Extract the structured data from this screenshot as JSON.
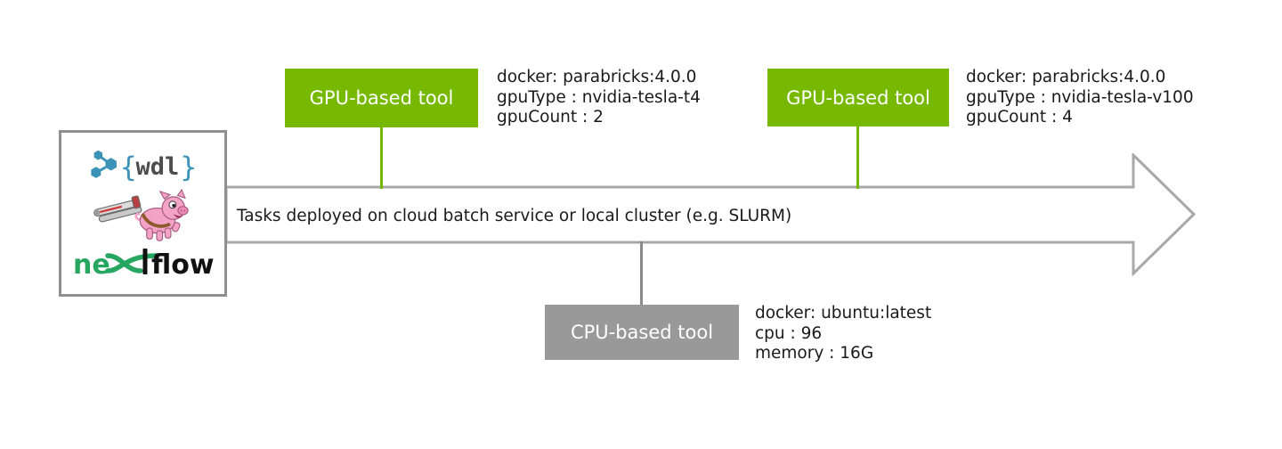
{
  "colors": {
    "gpu_green": "#76b900",
    "cpu_gray": "#999999",
    "connector_gray": "#8a8a8a",
    "arrow_outline": "#a8a8a8",
    "box_border": "#909090",
    "text_dark": "#1a1a1a",
    "wdl_blue": "#3c93b8",
    "wdl_gray": "#4d4d4d",
    "nextflow_green": "#26a660",
    "nextflow_black": "#111111",
    "pig_pink": "#f2a3c6"
  },
  "engines": {
    "wdl": {
      "brace_open": "{",
      "name": "wdl",
      "brace_close": "}"
    },
    "nextflow": {
      "prefix": "ne",
      "suffix": "flow"
    }
  },
  "arrow": {
    "label": "Tasks deployed on cloud batch service or local cluster (e.g. SLURM)"
  },
  "nodes": [
    {
      "label": "GPU-based tool",
      "specs": [
        "docker: parabricks:4.0.0",
        "gpuType : nvidia-tesla-t4",
        "gpuCount : 2"
      ]
    },
    {
      "label": "GPU-based tool",
      "specs": [
        "docker: parabricks:4.0.0",
        "gpuType : nvidia-tesla-v100",
        "gpuCount : 4"
      ]
    },
    {
      "label": "CPU-based tool",
      "specs": [
        "docker: ubuntu:latest",
        "cpu : 96",
        "memory : 16G"
      ]
    }
  ]
}
